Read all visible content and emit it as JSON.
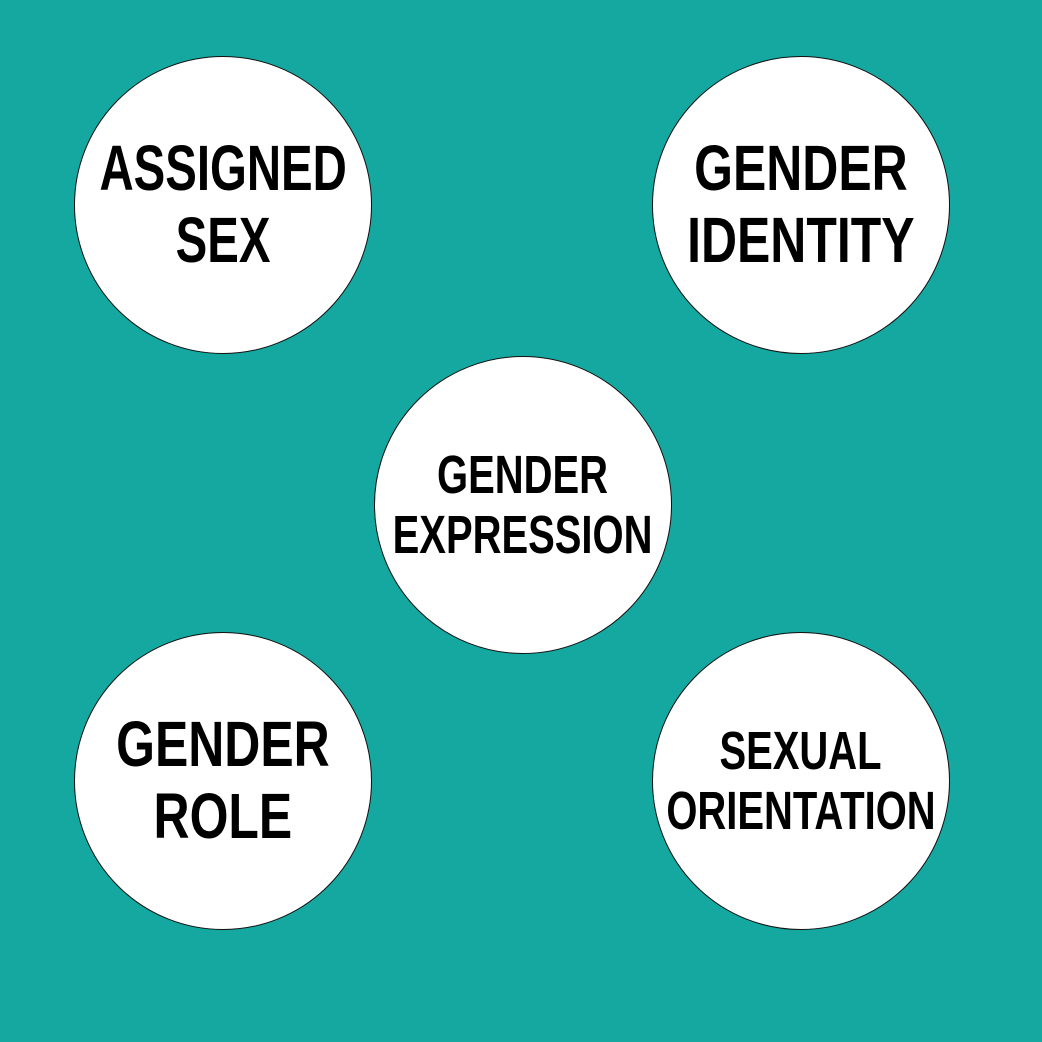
{
  "colors": {
    "background": "#14a8a0",
    "circle_fill": "#ffffff",
    "circle_stroke": "#111111",
    "text": "#000000"
  },
  "concepts": [
    {
      "line1": "ASSIGNED",
      "line2": "SEX"
    },
    {
      "line1": "GENDER",
      "line2": "IDENTITY"
    },
    {
      "line1": "GENDER",
      "line2": "EXPRESSION"
    },
    {
      "line1": "GENDER",
      "line2": "ROLE"
    },
    {
      "line1": "SEXUAL",
      "line2": "ORIENTATION"
    }
  ]
}
